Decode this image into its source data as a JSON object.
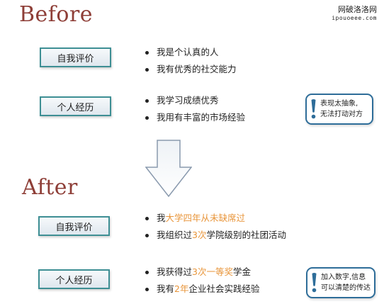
{
  "watermark": {
    "title": "网破洛洛网",
    "url": "ipouoeee.com"
  },
  "before": {
    "title": "Before",
    "self_eval": {
      "label": "自我评价",
      "items": [
        "我是个认真的人",
        "我有优秀的社交能力"
      ]
    },
    "experience": {
      "label": "个人经历",
      "items": [
        "我学习成绩优秀",
        "我用有丰富的市场经验"
      ]
    },
    "note": {
      "icon": "exclamation-icon",
      "lines": [
        "表现太抽象,",
        "无法打动对方"
      ]
    }
  },
  "after": {
    "title": "After",
    "highlight_color": "#e8953a",
    "self_eval": {
      "label": "自我评价",
      "items": [
        {
          "pre": "我",
          "hl": "大学四年从未缺席过",
          "post": ""
        },
        {
          "pre": "我组织过",
          "hl": "3次",
          "post": "学院级别的社团活动"
        }
      ]
    },
    "experience": {
      "label": "个人经历",
      "items": [
        {
          "pre": "我获得过",
          "hl": "3次一等奖",
          "post": "学金"
        },
        {
          "pre": "我有",
          "hl": "2年",
          "post": "企业社会实践经验"
        }
      ]
    },
    "note": {
      "icon": "exclamation-icon",
      "lines": [
        "加入数字,信息",
        "可以清楚的传达"
      ]
    }
  }
}
